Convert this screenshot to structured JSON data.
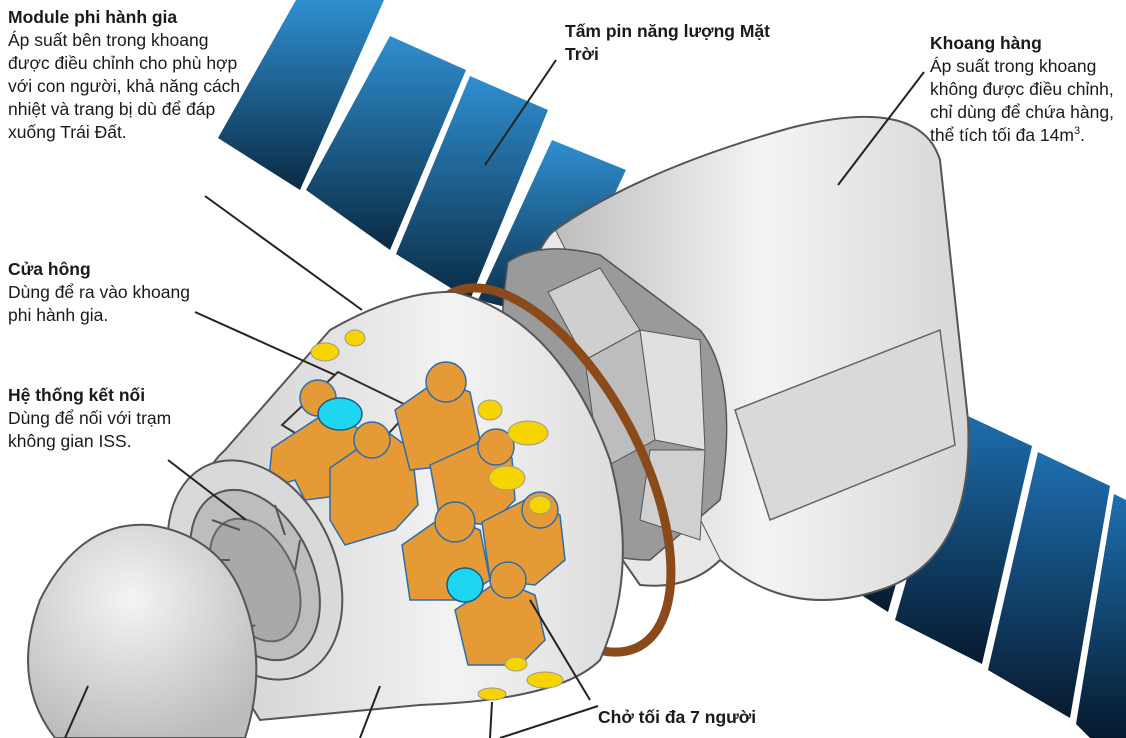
{
  "labels": {
    "module": {
      "title": "Module phi hành gia",
      "desc": "Áp suất bên trong khoang được điều chỉnh cho phù hợp với con người, khả năng cách nhiệt và trang bị dù để đáp xuống Trái Đất."
    },
    "hatch": {
      "title": "Cửa hông",
      "desc": "Dùng để ra vào khoang phi hành gia."
    },
    "docking": {
      "title": "Hệ thống kết nối",
      "desc": "Dùng để nối với trạm không gian ISS."
    },
    "solar": {
      "title": "Tấm pin năng lượng Mặt Trời"
    },
    "cargo": {
      "title": "Khoang hàng",
      "desc": "Áp suất trong khoang không được điều chỉnh, chỉ dùng để chứa hàng, thể tích tối đa 14m",
      "unit_sup": "3",
      "desc_end": "."
    },
    "crew": {
      "title": "Chở tối đa 7 người"
    }
  },
  "colors": {
    "solar_dark": "#0a2a44",
    "solar_light": "#2f8fd0",
    "hull_light": "#f2f2f2",
    "hull_shade": "#c8c8c8",
    "astronaut": "#e59a36",
    "astronaut_outline": "#2b6db0",
    "window_yellow": "#f5d400",
    "window_cyan": "#1fd6f0",
    "heat_ring": "#8a4a1a",
    "leader_line": "#222222"
  }
}
